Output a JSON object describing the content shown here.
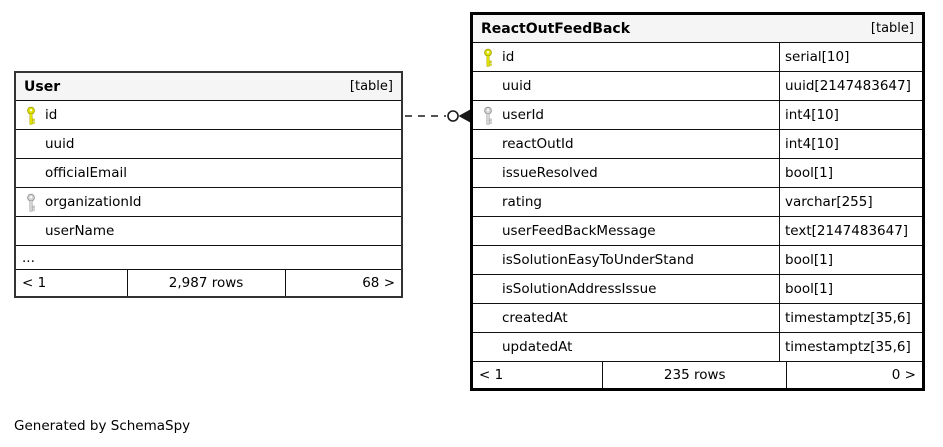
{
  "note": "Generated by SchemaSpy",
  "colors": {
    "background": "#ffffff",
    "header_bg": "#f5f5f5",
    "border_dark": "#111111",
    "primary_key_fill": "#e3e303",
    "primary_key_stroke": "#a9a900",
    "foreign_key_fill": "#d6d6d6",
    "foreign_key_stroke": "#9a9a9a"
  },
  "relationship": {
    "style": "dashed",
    "from_table": "User",
    "from_column": "id",
    "to_table": "ReactOutFeedBack",
    "to_column": "userId"
  },
  "tables": [
    {
      "name": "User",
      "badge": "[table]",
      "show_types": false,
      "columns": [
        {
          "name": "id",
          "key": "primary"
        },
        {
          "name": "uuid"
        },
        {
          "name": "officialEmail"
        },
        {
          "name": "organizationId",
          "key": "foreign"
        },
        {
          "name": "userName"
        },
        {
          "name": "...",
          "ellipsis": true
        }
      ],
      "pager": {
        "first": "< 1",
        "rows": "2,987 rows",
        "last": "68 >"
      }
    },
    {
      "name": "ReactOutFeedBack",
      "badge": "[table]",
      "show_types": true,
      "columns": [
        {
          "name": "id",
          "type": "serial[10]",
          "key": "primary"
        },
        {
          "name": "uuid",
          "type": "uuid[2147483647]"
        },
        {
          "name": "userId",
          "type": "int4[10]",
          "key": "foreign"
        },
        {
          "name": "reactOutId",
          "type": "int4[10]"
        },
        {
          "name": "issueResolved",
          "type": "bool[1]"
        },
        {
          "name": "rating",
          "type": "varchar[255]"
        },
        {
          "name": "userFeedBackMessage",
          "type": "text[2147483647]"
        },
        {
          "name": "isSolutionEasyToUnderStand",
          "type": "bool[1]"
        },
        {
          "name": "isSolutionAddressIssue",
          "type": "bool[1]"
        },
        {
          "name": "createdAt",
          "type": "timestamptz[35,6]"
        },
        {
          "name": "updatedAt",
          "type": "timestamptz[35,6]"
        }
      ],
      "pager": {
        "first": "< 1",
        "rows": "235 rows",
        "last": "0 >"
      }
    }
  ]
}
